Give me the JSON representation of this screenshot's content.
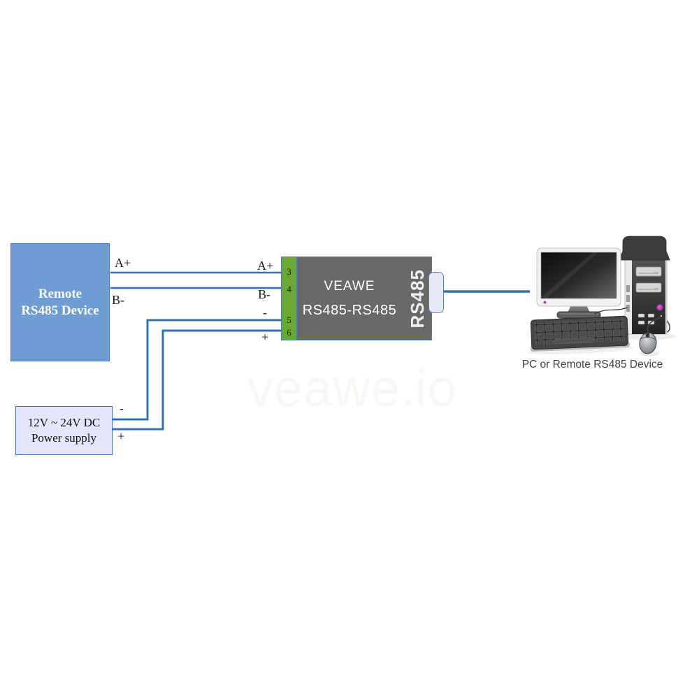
{
  "watermark": "veawe.io",
  "remote_device": {
    "line1": "Remote",
    "line2": "RS485 Device"
  },
  "power_supply": {
    "line1": "12V ~ 24V DC",
    "line2": "Power supply"
  },
  "converter": {
    "brand": "VEAWE",
    "model": "RS485-RS485",
    "port_label": "RS485",
    "pins": [
      "3",
      "4",
      "5",
      "6"
    ]
  },
  "wire_labels": {
    "a_plus_left": "A+",
    "b_minus_left": "B-",
    "a_plus_right": "A+",
    "b_minus_right": "B-",
    "minus_right": "-",
    "plus_right": "+",
    "minus_supply": "-",
    "plus_supply": "+"
  },
  "pc_caption": "PC or Remote RS485 Device",
  "colors": {
    "wire": "#2e74b5",
    "device_fill": "#6f9cd3",
    "supply_fill": "#e6e6fa",
    "converter_body": "#696969",
    "terminal_green": "#6aa832",
    "connector_fill": "#e8e8fb"
  }
}
